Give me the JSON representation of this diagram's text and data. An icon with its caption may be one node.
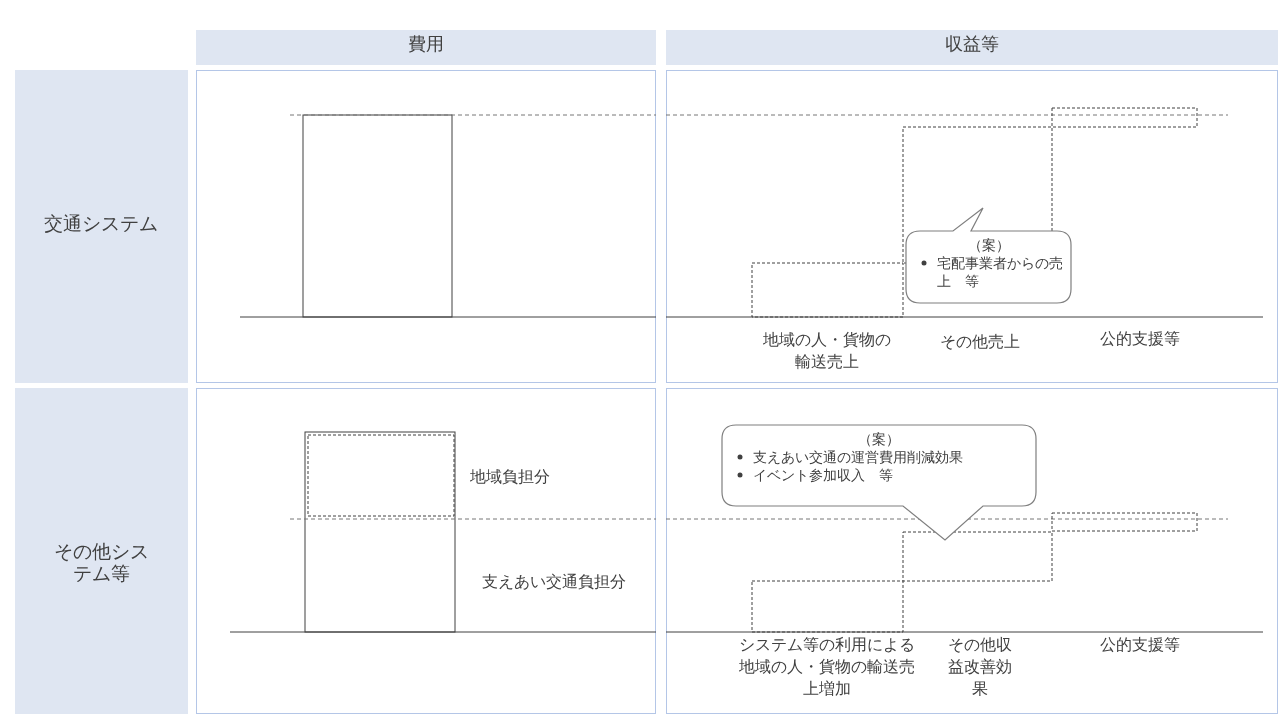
{
  "diagram": {
    "nodes": [
      {
        "text": [
          "（案）",
          "宅配事業者からの売上　等"
        ]
      },
      {
        "text": [
          "（案）",
          "支えあい交通の運営費用削減効果",
          "イベント参加収入　等"
        ]
      }
    ],
    "labels": [
      "費用",
      "収益等",
      "交通システム",
      "地域の人・貨物の輸送売上",
      "その他売上",
      "公的支援等",
      "その他システム等",
      "地域負担分",
      "支えあい交通負担分",
      "システム等の利用による地域の人・貨物の輸送売上増加",
      "その他収益改善効果",
      "公的支援等"
    ]
  }
}
